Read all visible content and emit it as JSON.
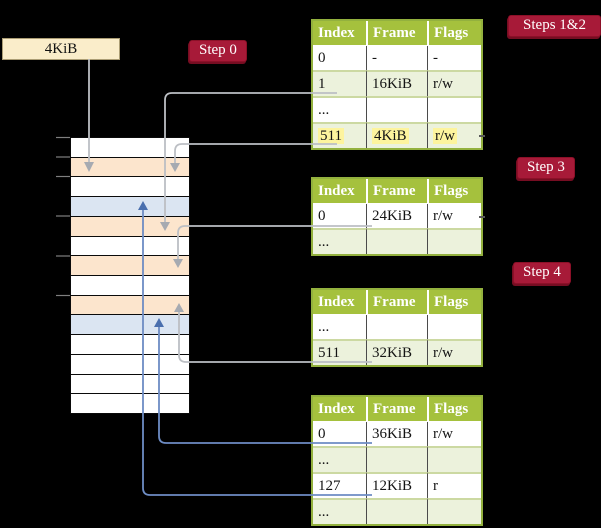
{
  "frame_box": {
    "label": "4KiB"
  },
  "step_labels": [
    {
      "text": "Step 0"
    },
    {
      "text": "Steps 1&2"
    },
    {
      "text": "Step 3"
    },
    {
      "text": "Step 4"
    }
  ],
  "tables": [
    {
      "name": "page-table-steps-1-2",
      "headers": [
        "Index",
        "Frame",
        "Flags"
      ],
      "rows": [
        {
          "cells": [
            "0",
            "-",
            "-"
          ]
        },
        {
          "cells": [
            "1",
            "16KiB",
            "r/w"
          ]
        },
        {
          "cells": [
            "...",
            "",
            ""
          ]
        },
        {
          "cells": [
            "511",
            "4KiB",
            "r/w"
          ],
          "highlight": true
        }
      ]
    },
    {
      "name": "page-table-step-3",
      "headers": [
        "Index",
        "Frame",
        "Flags"
      ],
      "rows": [
        {
          "cells": [
            "0",
            "24KiB",
            "r/w"
          ]
        },
        {
          "cells": [
            "...",
            "",
            ""
          ]
        }
      ]
    },
    {
      "name": "page-table-step-4",
      "headers": [
        "Index",
        "Frame",
        "Flags"
      ],
      "rows": [
        {
          "cells": [
            "...",
            "",
            ""
          ]
        },
        {
          "cells": [
            "511",
            "32KiB",
            "r/w"
          ]
        }
      ]
    },
    {
      "name": "page-table-final",
      "headers": [
        "Index",
        "Frame",
        "Flags"
      ],
      "rows": [
        {
          "cells": [
            "0",
            "36KiB",
            "r/w"
          ]
        },
        {
          "cells": [
            "...",
            "",
            ""
          ]
        },
        {
          "cells": [
            "127",
            "12KiB",
            "r"
          ]
        },
        {
          "cells": [
            "...",
            "",
            ""
          ]
        }
      ]
    }
  ],
  "memory": {
    "rows": [
      {
        "color": "white"
      },
      {
        "color": "peach"
      },
      {
        "color": "white"
      },
      {
        "color": "blue"
      },
      {
        "color": "peach"
      },
      {
        "color": "white"
      },
      {
        "color": "peach"
      },
      {
        "color": "white"
      },
      {
        "color": "peach"
      },
      {
        "color": "blue"
      },
      {
        "color": "white"
      },
      {
        "color": "white"
      },
      {
        "color": "white"
      },
      {
        "color": "white"
      }
    ]
  },
  "colors": {
    "background": "#000000",
    "step_label_red": "#a71a38",
    "table_header_green": "#a5c13d",
    "table_row_green": "#ecf2dc",
    "memory_peach": "#fce5cd",
    "memory_blue": "#dbe5f2",
    "frame_box_cream": "#faedca",
    "highlight_yellow": "#fdf49e",
    "connector_gray": "#bcbfc4",
    "connector_blue": "#6d8cc4"
  }
}
